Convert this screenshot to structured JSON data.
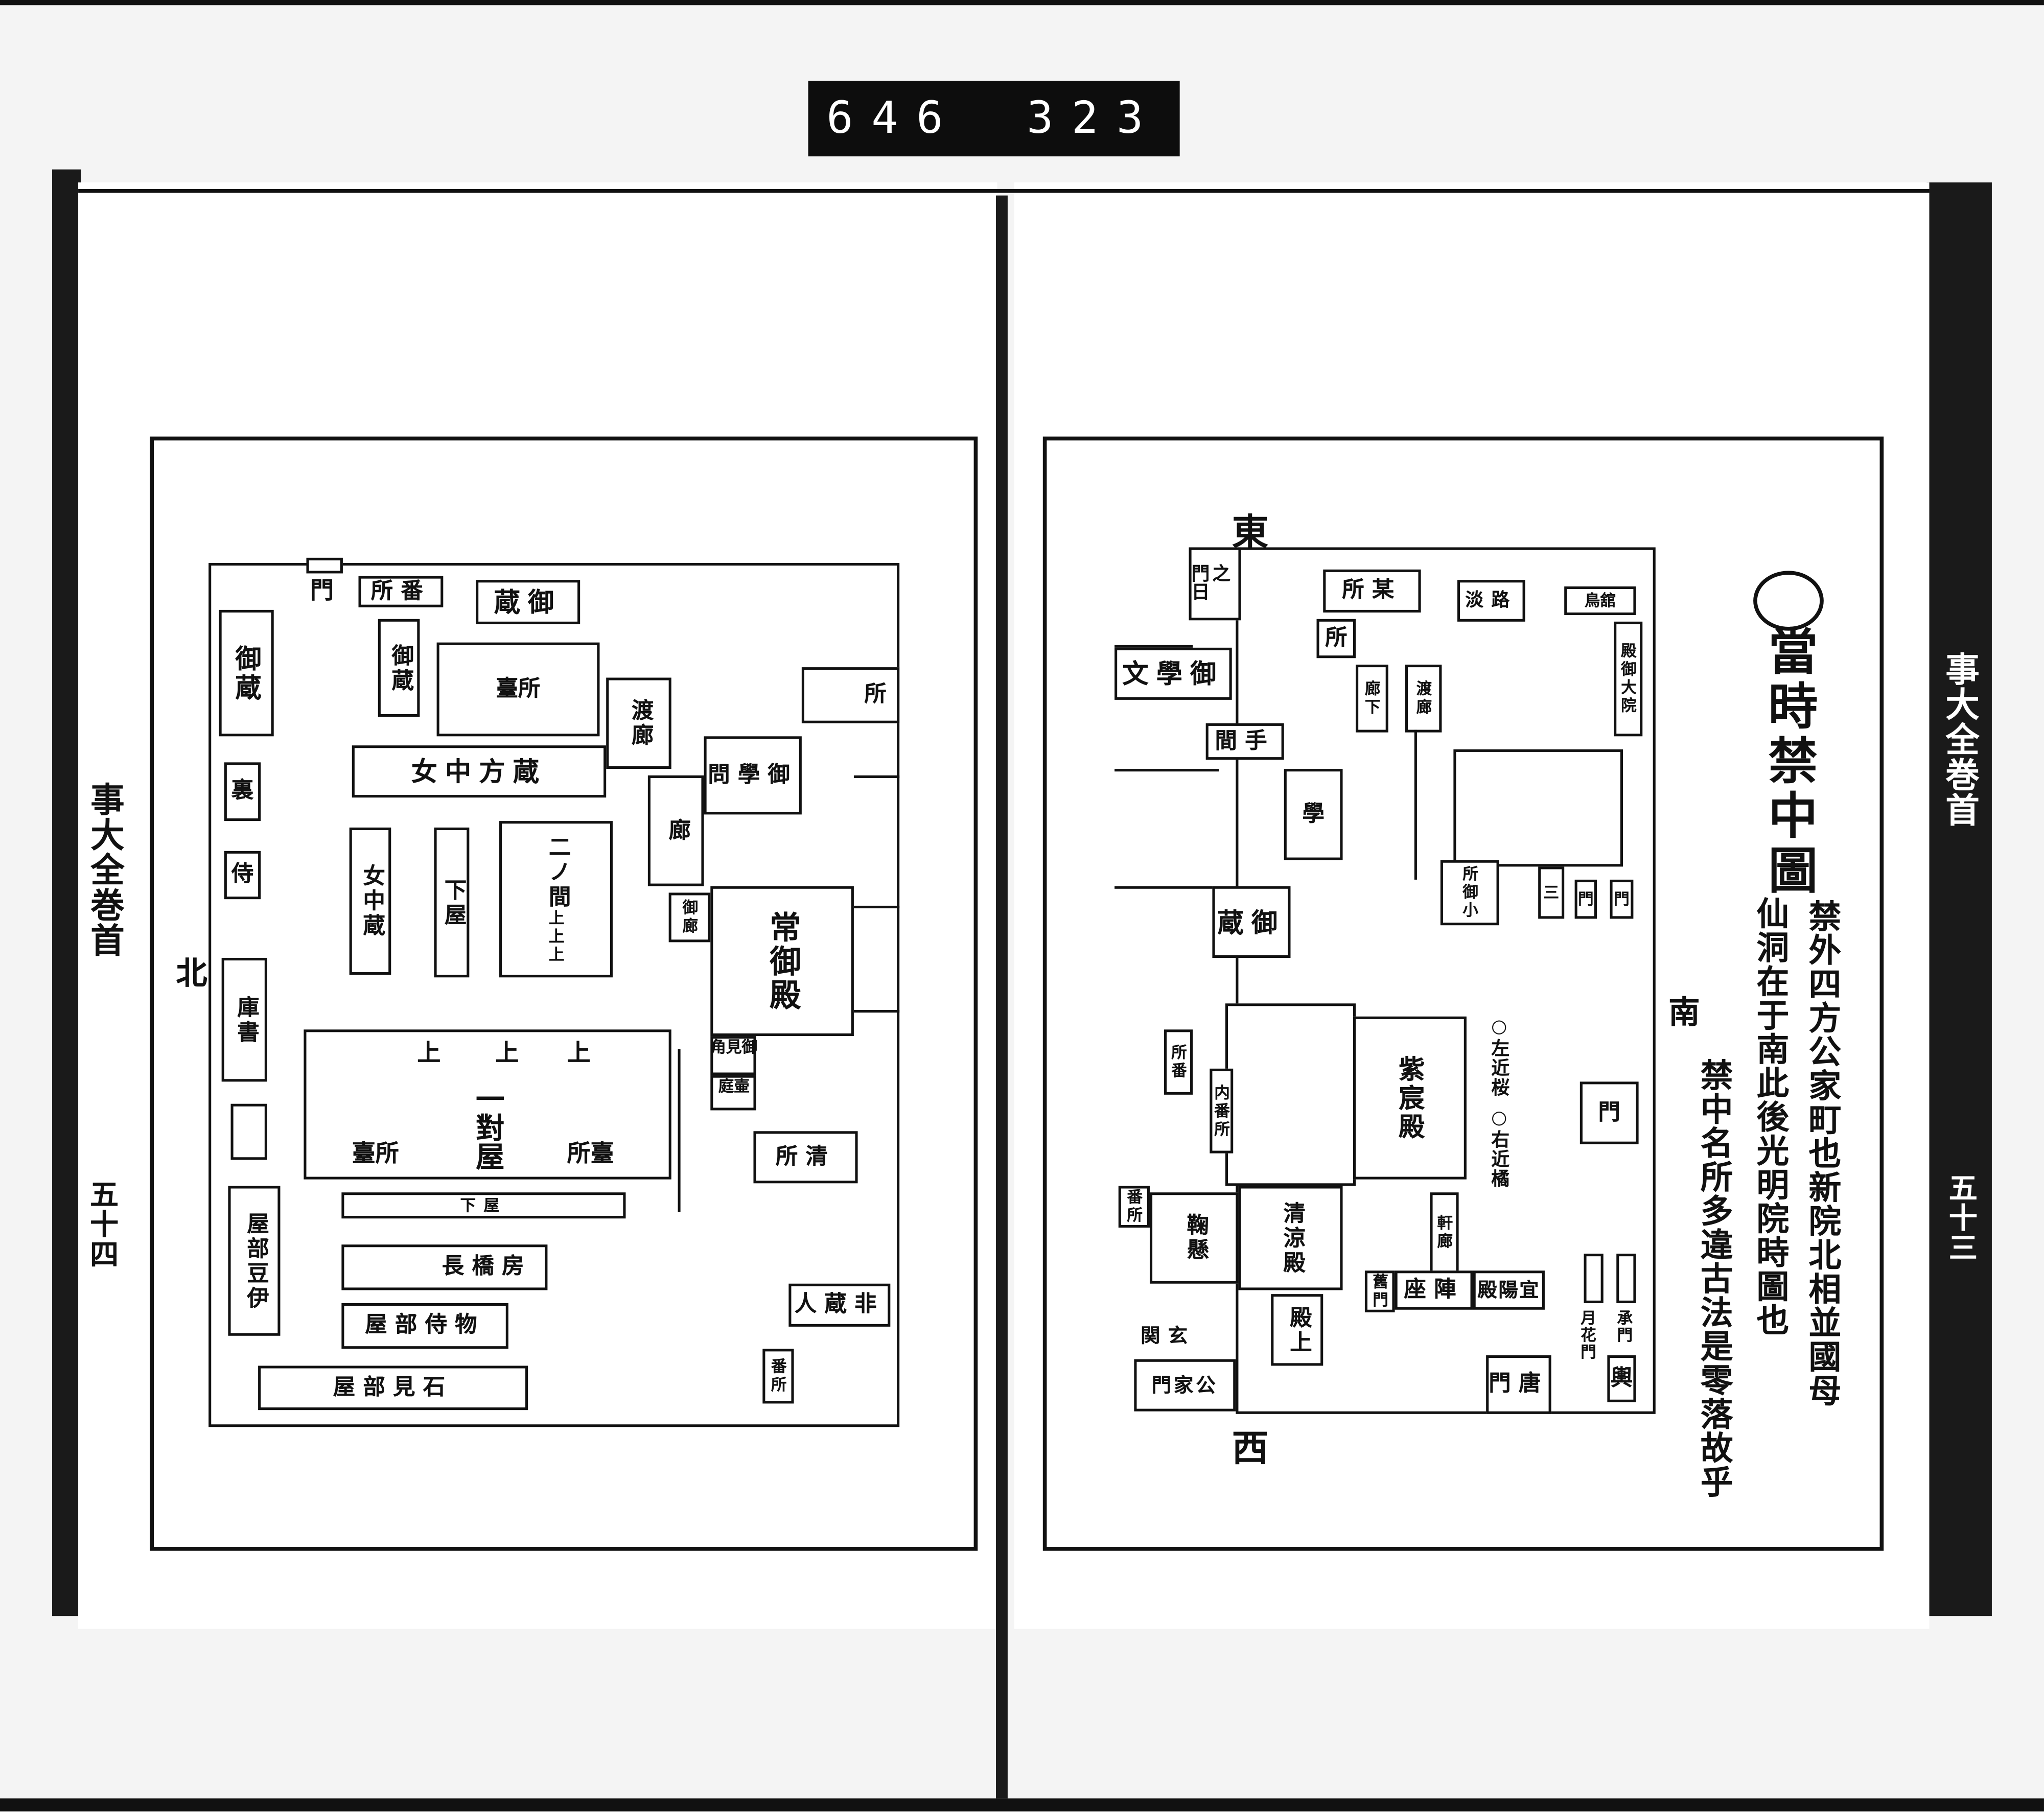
{
  "counter": {
    "left": "646",
    "right": "323"
  },
  "left_page": {
    "spine_title": "事大全巻首",
    "page_number": "五十四",
    "compass_north": "北",
    "labels": {
      "gate": "門",
      "guard_house": "所番",
      "storehouse_top": "蔵御",
      "storehouse_left": "御蔵",
      "storehouse_mid": "御蔵",
      "kitchen": "臺所",
      "ladies_storehouse_long": "女中方蔵",
      "corridor": "渡廊",
      "study_hall": "問學御",
      "office_right": "所",
      "gallery": "廊",
      "ladies_storehouse": "女中蔵",
      "lower_house": "下屋",
      "second_room": "二ノ間",
      "upper_marks": "上上上",
      "small_hall": "御廊",
      "tsune_goten": "常御殿",
      "viewing_hall": "御見角",
      "garden_hall": "壷庭",
      "pair_house": "一對屋",
      "kitchen_a": "臺所",
      "kitchen_b": "所臺",
      "upper_a": "上",
      "upper_b": "上",
      "upper_c": "上",
      "lower_house_long": "下屋",
      "nagahashi": "長橋房",
      "attendant_quarters": "屋部侍物",
      "iwami_quarters": "屋部見石",
      "clean_house": "所清",
      "non_storehouse": "人蔵非",
      "guard_small": "番所",
      "rear": "裏",
      "attendant": "侍",
      "library": "庫書",
      "izu_quarters": "屋部豆伊"
    }
  },
  "right_page": {
    "spine_title": "事大全巻首",
    "page_number": "五十三",
    "title": "當時禁中圖",
    "text_columns": [
      "禁外四方公家町也新院北相並國母",
      "仙洞在于南此後光明院時圖也",
      "禁中名所多違古法是零落故乎"
    ],
    "compass": {
      "east": "東",
      "west": "西",
      "south": "南"
    },
    "labels": {
      "sun_gate": "門之日",
      "office_top": "所某",
      "pavilion": "淡路",
      "bird_hall": "鳥舘",
      "great_hall": "殿御大院",
      "imperial_study": "文學御",
      "office_small": "所",
      "corridor_a": "廊下",
      "corridor_b": "渡廊",
      "hand_room": "間手",
      "study_small": "學",
      "storehouse": "蔵御",
      "kogosho": "所御小",
      "small_a": "三",
      "small_b": "門",
      "small_c": "門",
      "shishinden": "紫宸殿",
      "left_cherry": "○左近桜",
      "right_orange": "○右近橘",
      "nikka_gate": "門",
      "seiryoden": "清涼殿",
      "kemari": "鞠懸",
      "guard_room": "内番所",
      "office_west": "所番",
      "west_small": "番所",
      "corridor_gallery": "軒廊",
      "jin_za": "座陣",
      "giyoden": "殿陽宜",
      "old_gate": "舊門",
      "moon_gate": "月花門",
      "shomei_gate": "承門",
      "kara_gate": "門唐",
      "palanquin": "輿",
      "genkan": "関玄",
      "kuge_gate": "門家公",
      "tenjo": "殿上"
    }
  }
}
